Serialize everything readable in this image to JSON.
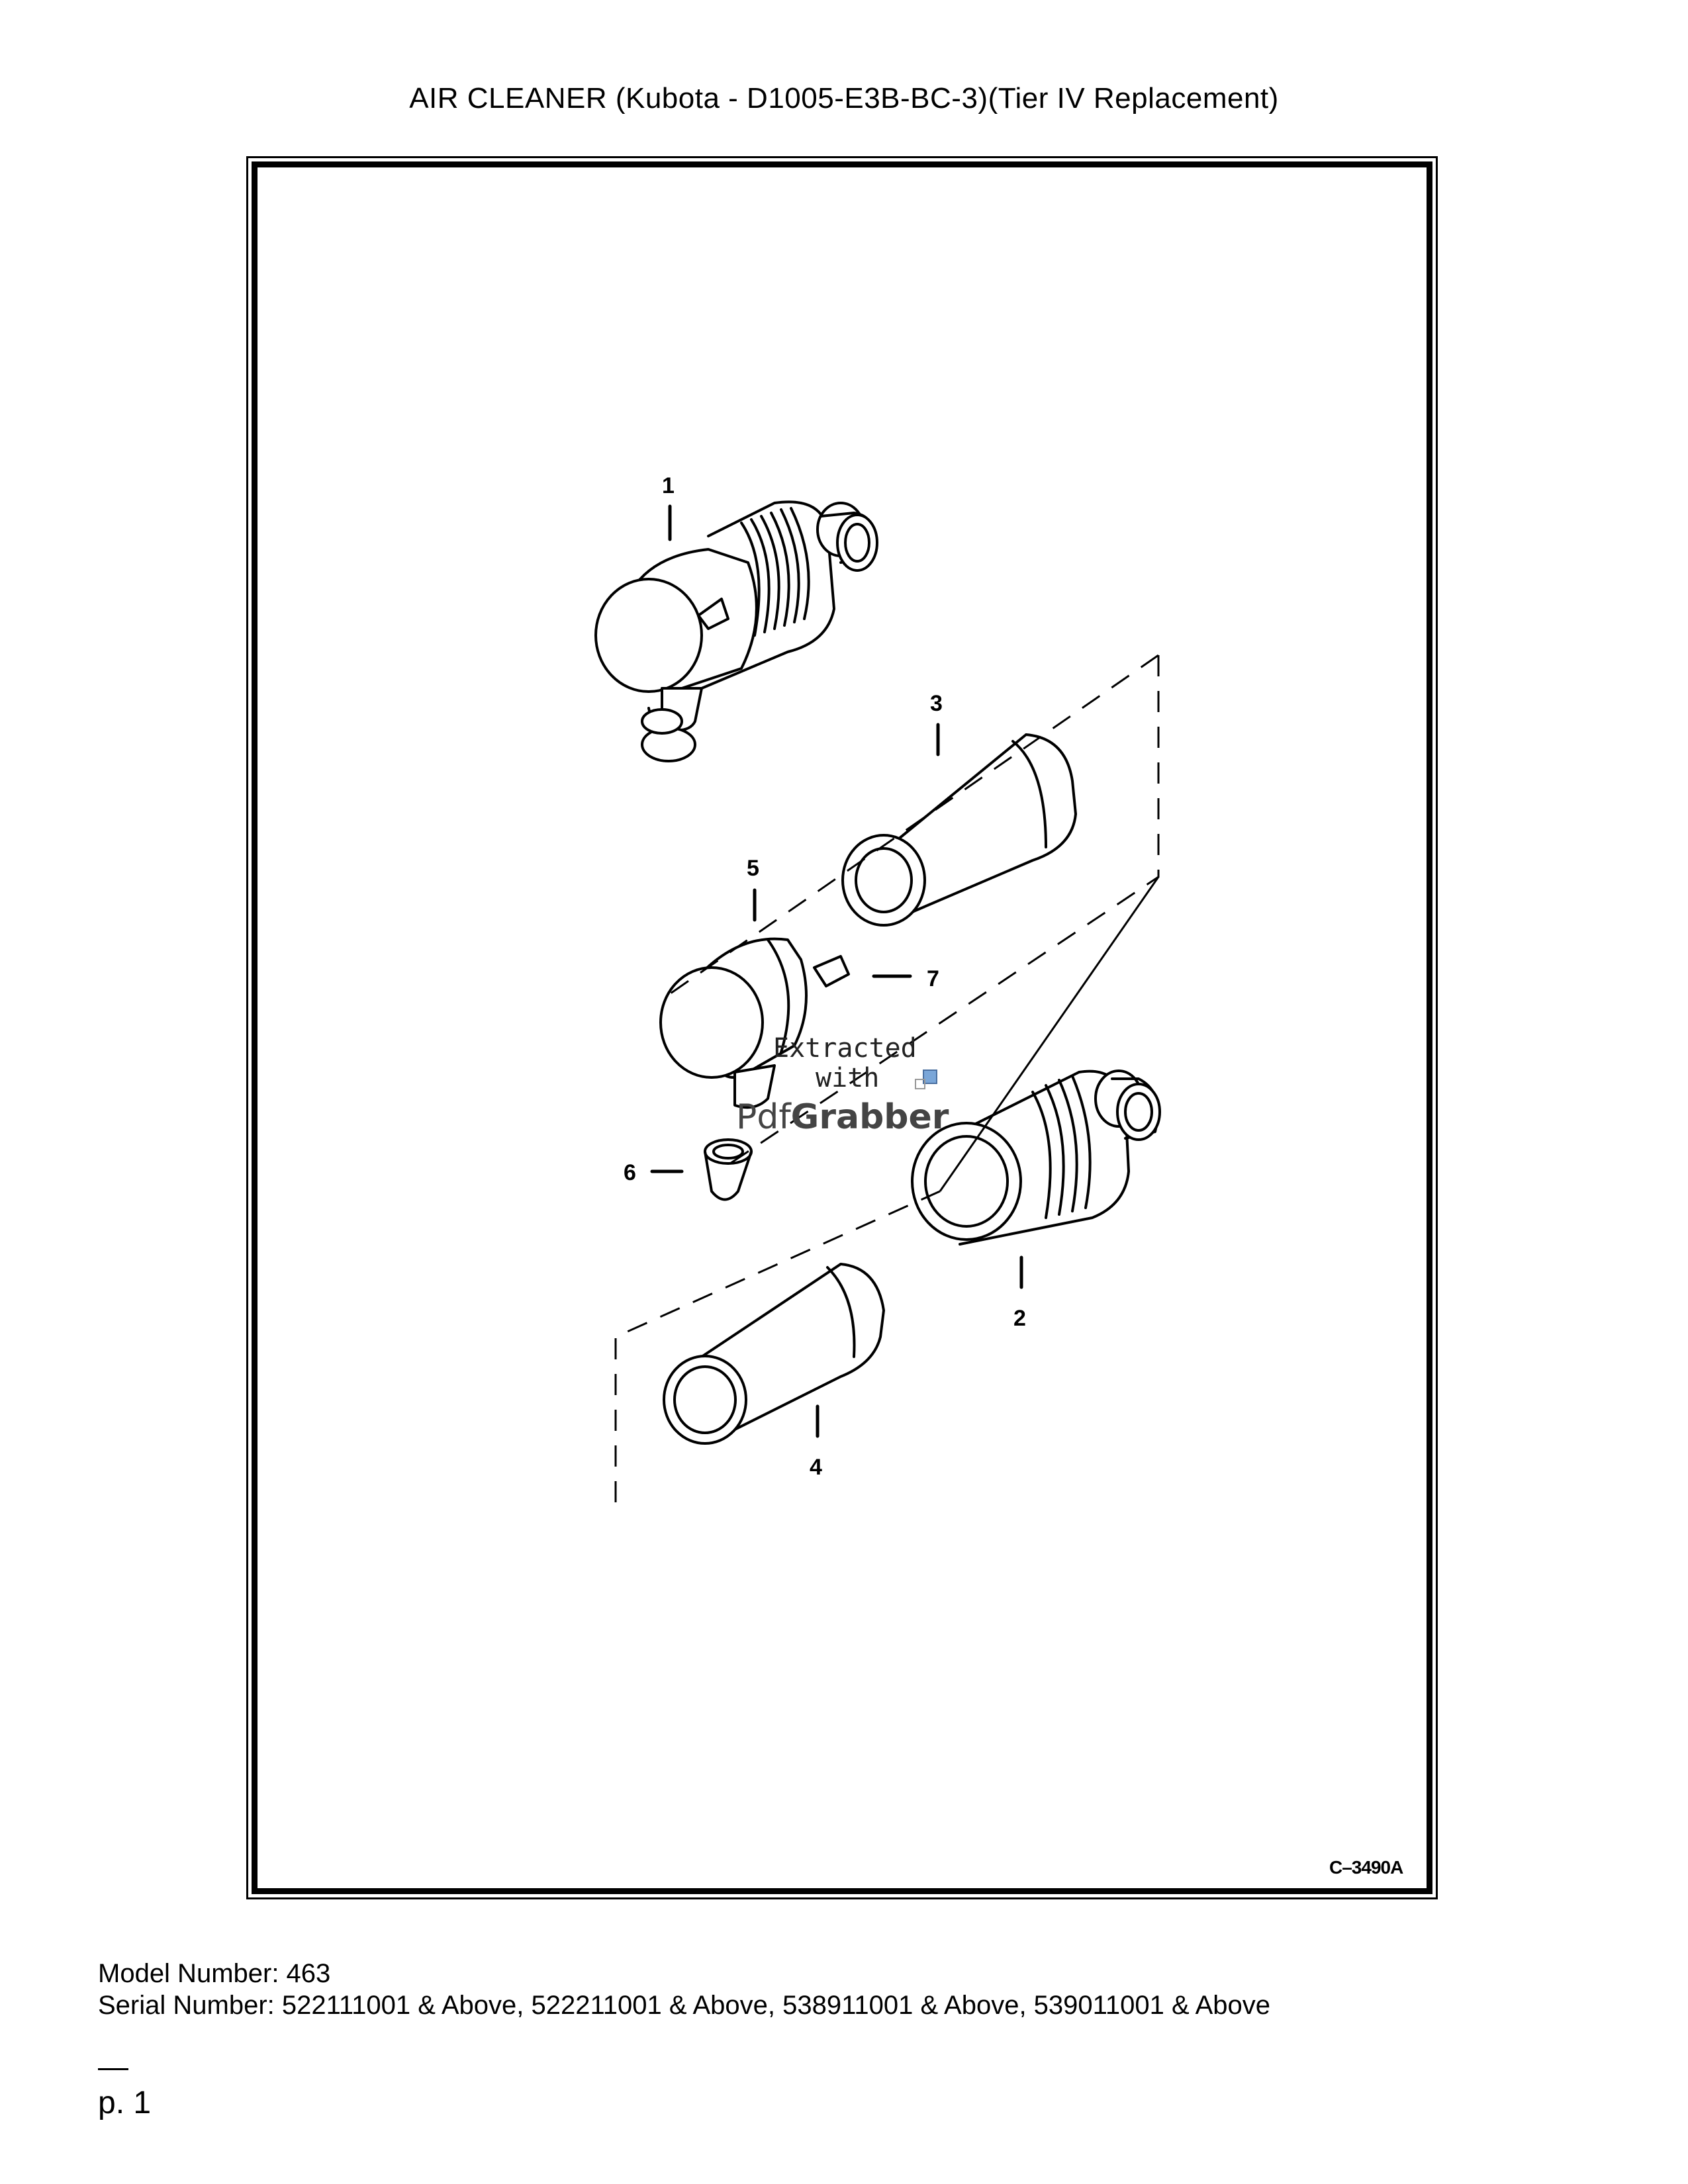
{
  "title": "AIR CLEANER (Kubota - D1005-E3B-BC-3)(Tier IV Replacement)",
  "figure_id": "C–3490A",
  "callouts": [
    "1",
    "2",
    "3",
    "4",
    "5",
    "6",
    "7"
  ],
  "watermark": {
    "line1": "Extracted",
    "line2": "with",
    "brand_a": "Pdf",
    "brand_b": "Grabber"
  },
  "model_line": "Model Number: 463",
  "serial_line": "Serial Number: 522111001 & Above, 522211001 & Above, 538911001 & Above, 539011001 & Above",
  "page_number": "p. 1"
}
